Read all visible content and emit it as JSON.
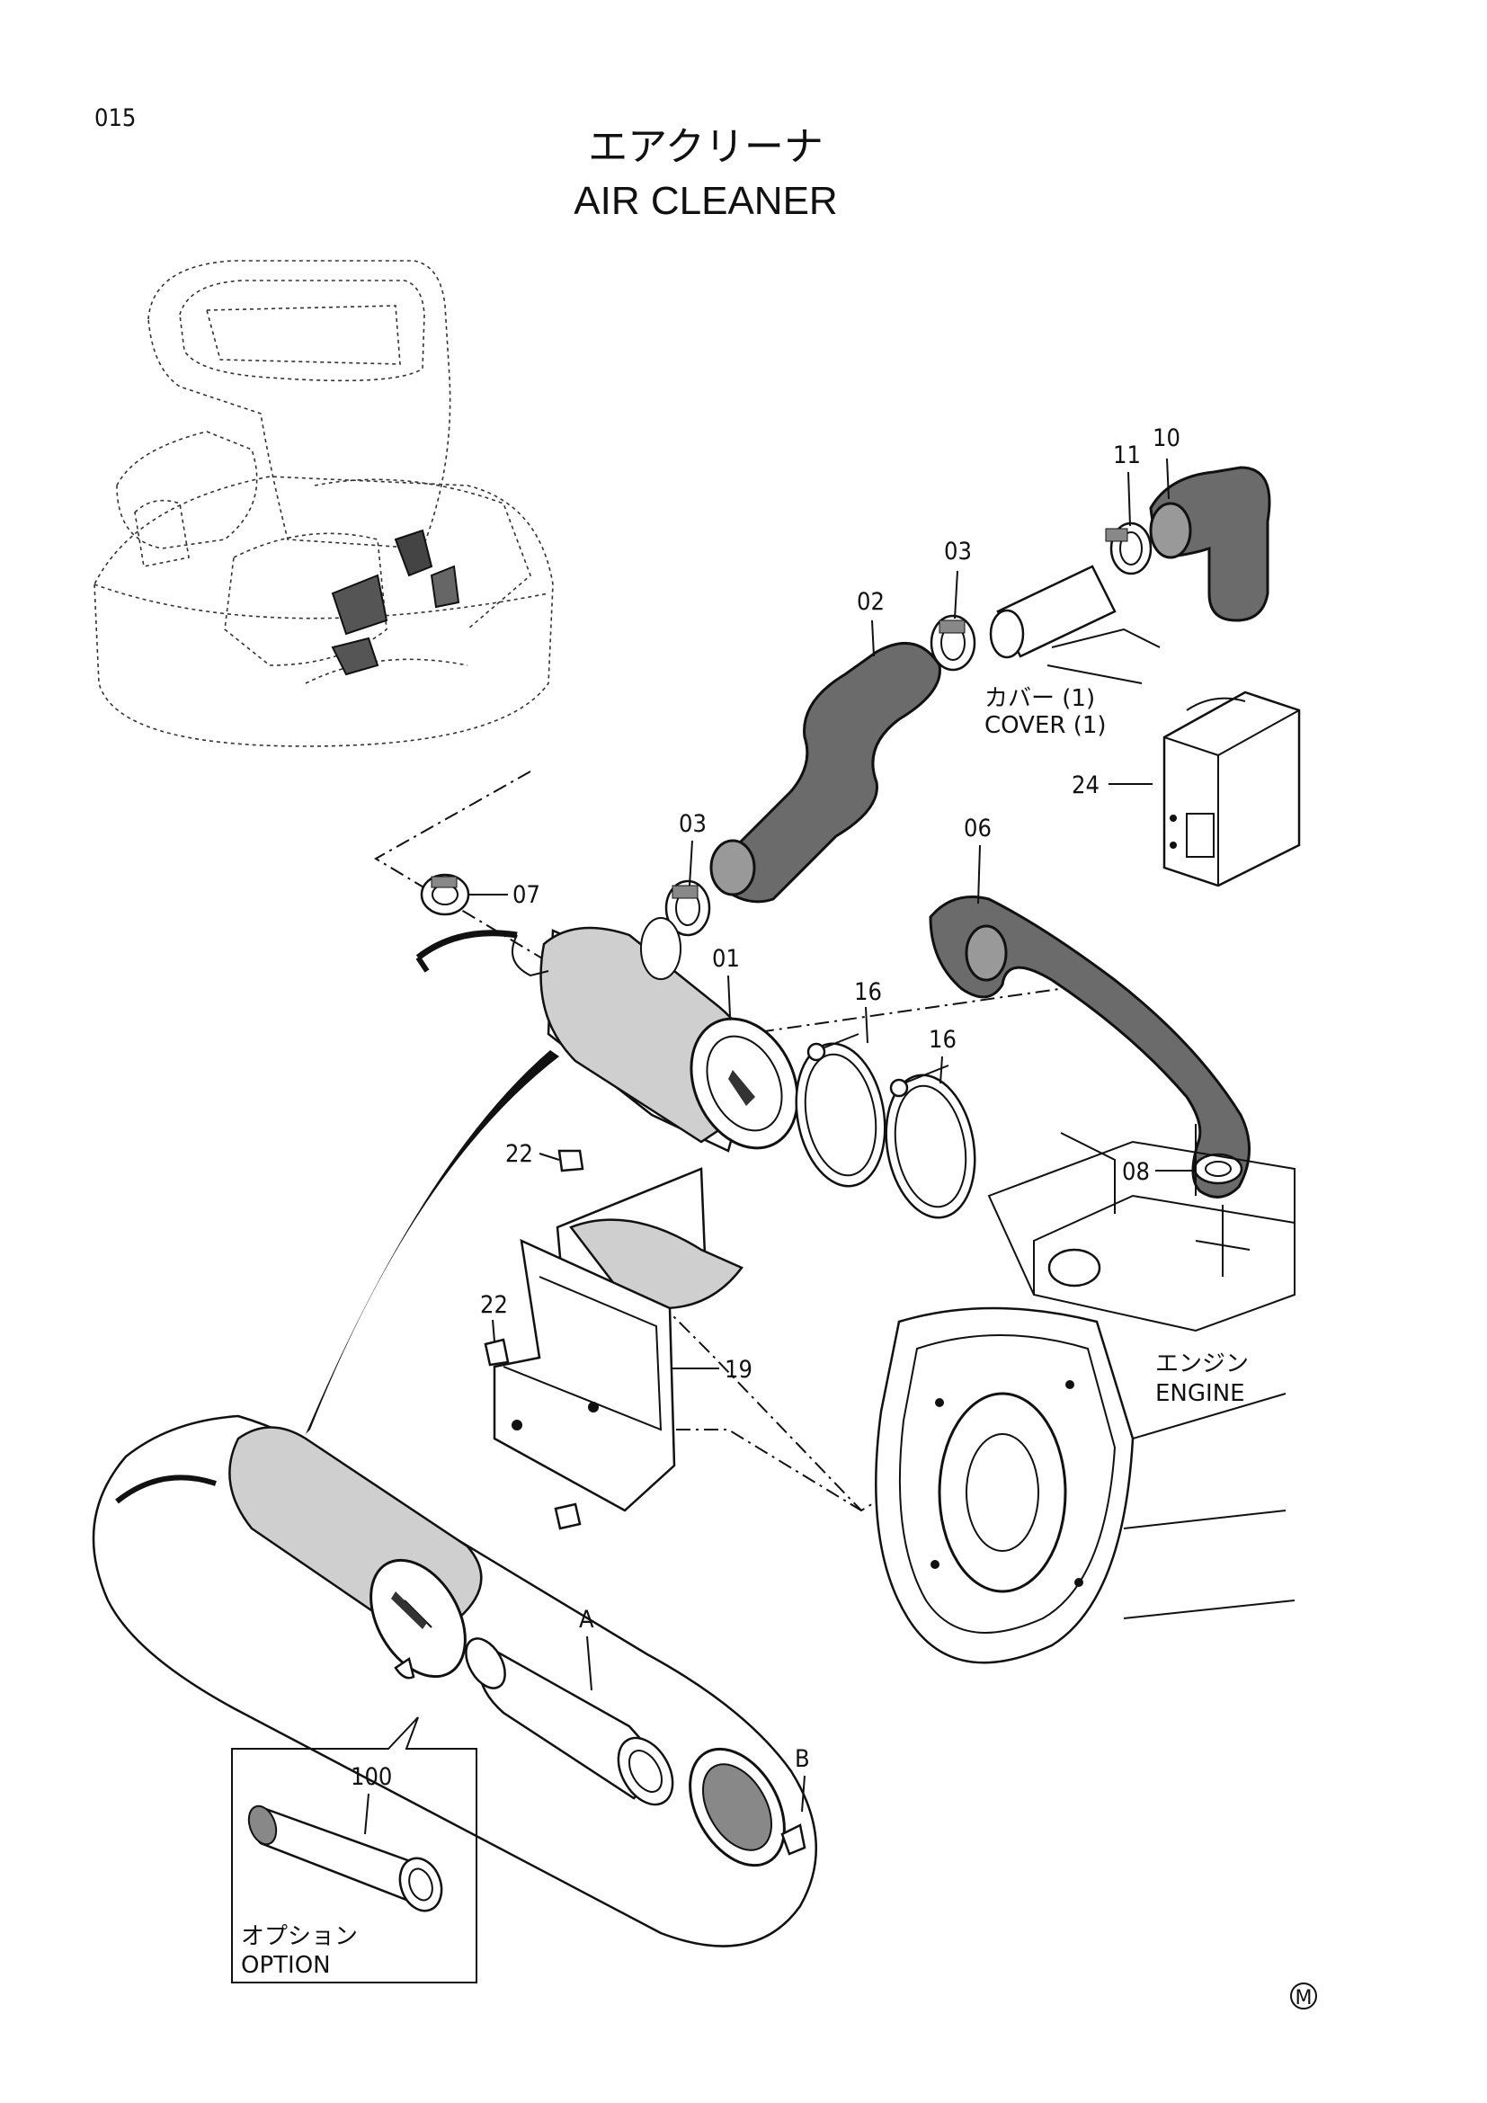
{
  "header": {
    "page_number": "015",
    "title_jp": "エアクリーナ",
    "title_en": "AIR CLEANER"
  },
  "callouts": {
    "p10": "10",
    "p11": "11",
    "p03a": "03",
    "p02": "02",
    "p03b": "03",
    "p07": "07",
    "p01": "01",
    "p06": "06",
    "p16a": "16",
    "p16b": "16",
    "p24": "24",
    "p22a": "22",
    "p22b": "22",
    "p19": "19",
    "p08": "08",
    "pA": "A",
    "pB": "B",
    "p100": "100"
  },
  "notes": {
    "cover_jp": "カバー (1)",
    "cover_en": "COVER (1)",
    "engine_jp": "エンジン",
    "engine_en": "ENGINE",
    "option_jp": "オプション",
    "option_en": "OPTION"
  },
  "mark": "M"
}
